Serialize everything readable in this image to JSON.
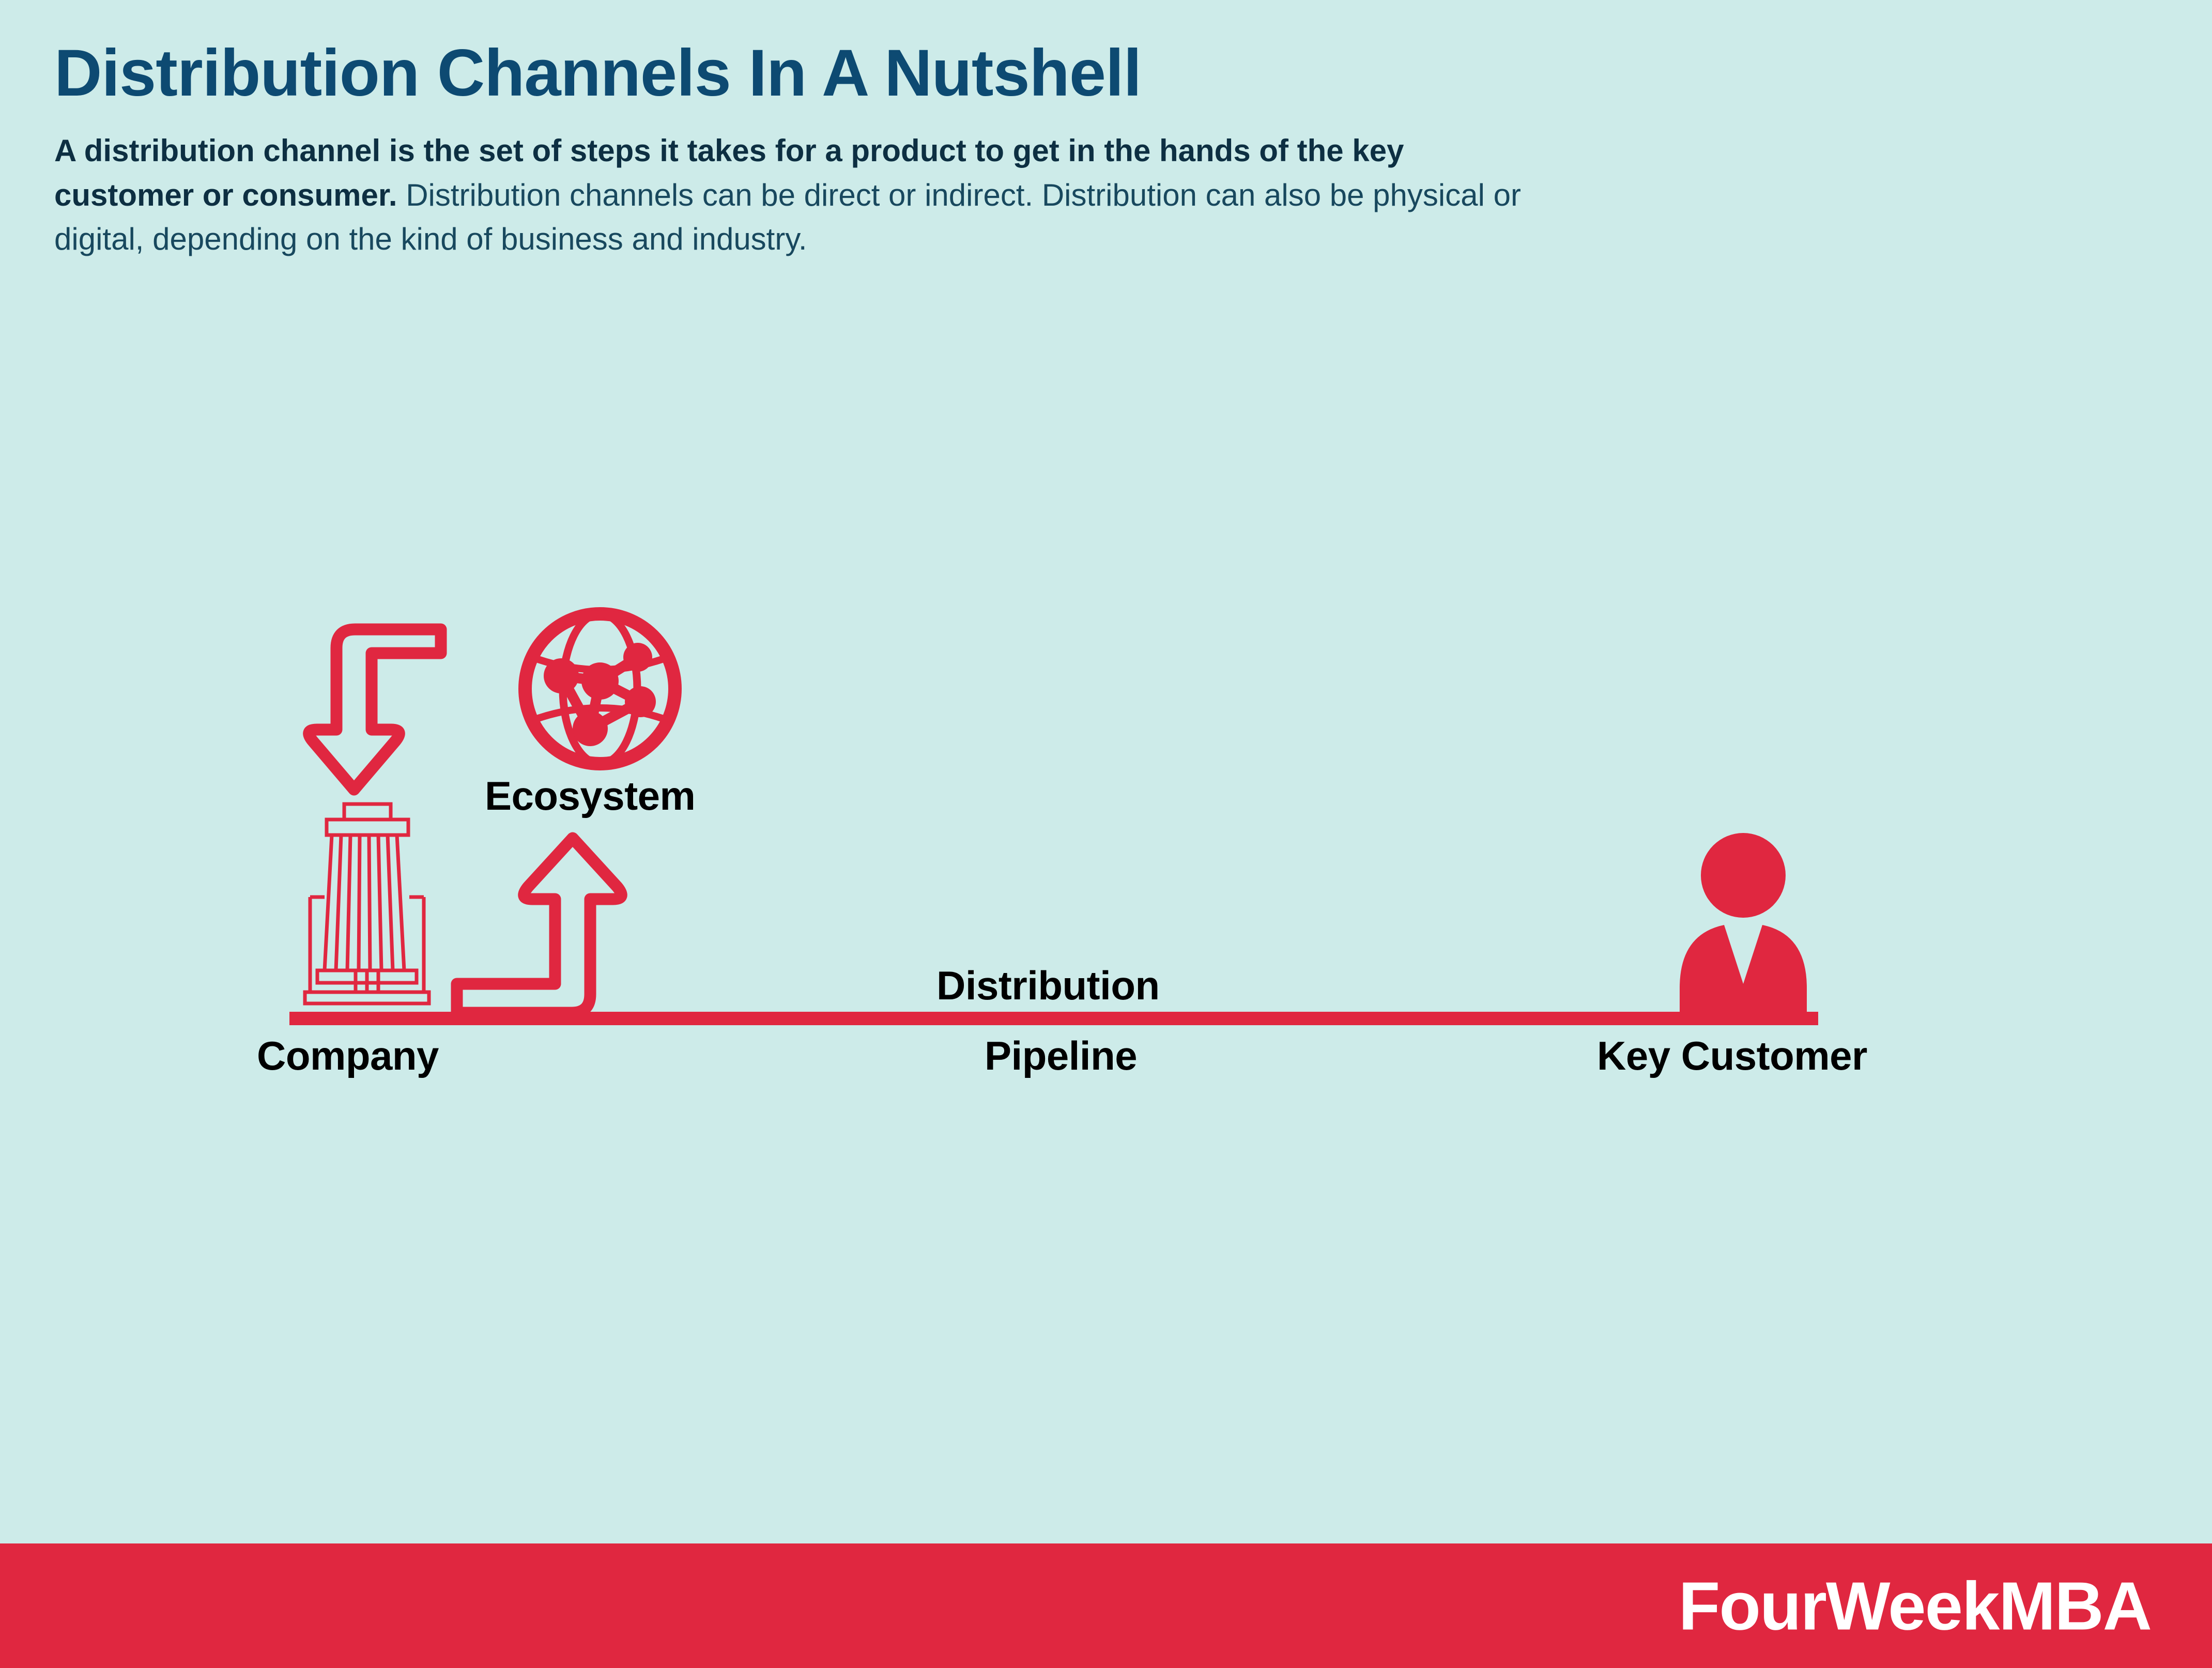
{
  "header": {
    "title": "Distribution Channels In A Nutshell",
    "description_lead": "A distribution channel is the set of steps it takes for a product to get in the hands of the key customer or consumer.",
    "description_rest": " Distribution channels can be direct or indirect. Distribution can also be physical or digital, depending on the kind of business and industry."
  },
  "diagram": {
    "labels": {
      "ecosystem": "Ecosystem",
      "company": "Company",
      "distribution": "Distribution",
      "pipeline": "Pipeline",
      "key_customer": "Key Customer"
    },
    "icons": {
      "company": "factory-building-icon",
      "ecosystem": "network-globe-icon",
      "key_customer": "person-icon",
      "flow_to_company": "arrow-down-icon",
      "flow_to_ecosystem": "arrow-up-icon"
    }
  },
  "footer": {
    "brand": "FourWeekMBA"
  },
  "colors": {
    "background": "#cdebe9",
    "accent_red": "#e02740",
    "title_blue": "#0d4a72",
    "body_text": "#18485e",
    "label_black": "#000000",
    "footer_text": "#ffffff"
  }
}
